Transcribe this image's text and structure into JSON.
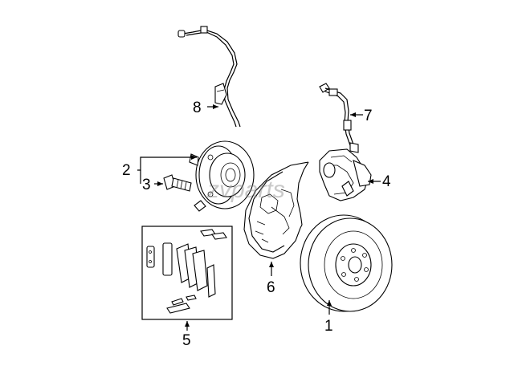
{
  "watermark": "zvparts",
  "callouts": [
    {
      "id": "hub",
      "label": "2"
    },
    {
      "id": "bolt",
      "label": "3"
    },
    {
      "id": "caliper",
      "label": "4"
    },
    {
      "id": "pads-kit",
      "label": "5"
    },
    {
      "id": "backing-plate",
      "label": "6"
    },
    {
      "id": "rotor",
      "label": "1"
    },
    {
      "id": "brake-hose",
      "label": "7"
    },
    {
      "id": "abs-sensor",
      "label": "8"
    }
  ],
  "colors": {
    "line": "#000000",
    "watermark": "#8a8a8a",
    "background": "#ffffff"
  }
}
